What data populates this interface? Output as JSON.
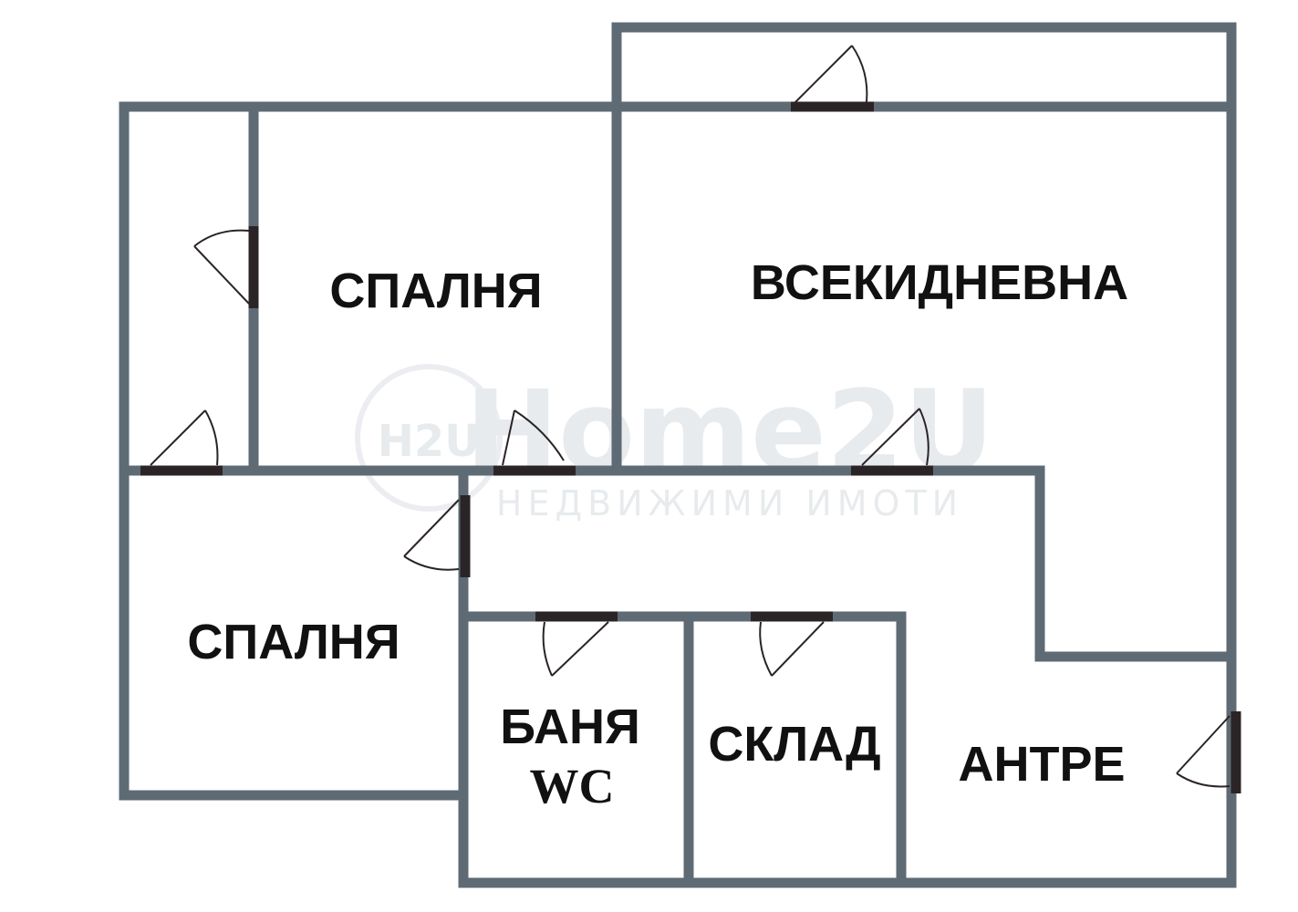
{
  "colors": {
    "wall": "#5e6b74",
    "door": "#2b2426",
    "text": "#111111",
    "background": "#ffffff",
    "watermark": "#e6e9ec"
  },
  "watermark": {
    "logo_main": "Home2U",
    "logo_sub": "НЕДВИЖИМИ ИМОТИ",
    "badge": "H2U"
  },
  "rooms": {
    "bedroom_top": "СПАЛНЯ",
    "living_room": "ВСЕКИДНЕВНА",
    "bedroom_bottom": "СПАЛНЯ",
    "bathroom": "БАНЯ",
    "bathroom_wc": "WC",
    "storage": "СКЛАД",
    "entrance_hall": "АНТРЕ"
  }
}
